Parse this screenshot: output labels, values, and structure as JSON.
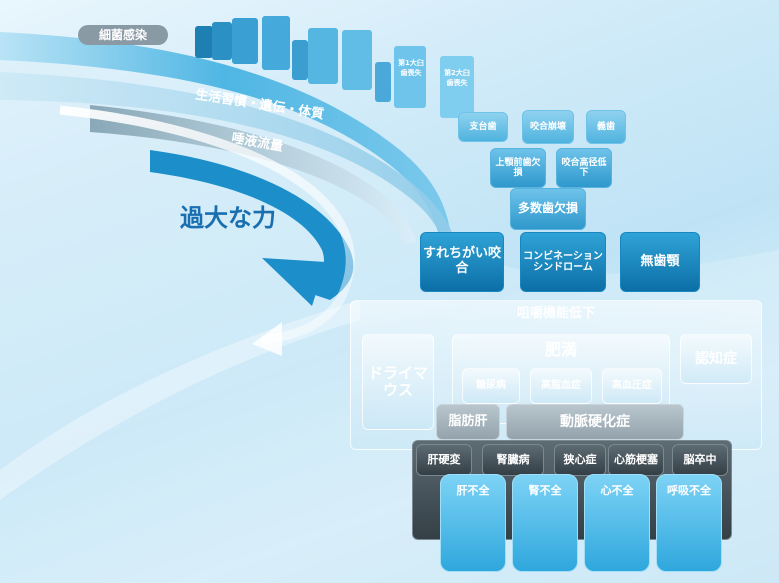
{
  "factors": {
    "infection": "細菌感染",
    "lifestyle": "生活習慣・遺伝・体質",
    "saliva": "唾液流量",
    "force": "過大な力"
  },
  "tooth_loss_steps": [
    "",
    "",
    "",
    "",
    "",
    "",
    "",
    "",
    "第1大臼歯喪失",
    "第2大臼歯喪失"
  ],
  "oral_level1": [
    "支台歯",
    "咬合崩壊",
    "義歯"
  ],
  "oral_level2": [
    "上顎前歯欠損",
    "咬合高径低下"
  ],
  "oral_level3": "多数歯欠損",
  "oral_level4": [
    "すれちがい咬合",
    "コンビネーションシンドローム",
    "無歯顎"
  ],
  "system": {
    "header": "咀嚼機能低下",
    "dry_mouth": "ドライマウス",
    "obesity": "肥満",
    "dementia": "認知症",
    "metabolic": [
      "糖尿病",
      "高脂血症",
      "高血圧症"
    ],
    "fatty_liver": "脂肪肝",
    "arteriosclerosis": "動脈硬化症",
    "diseases": [
      "肝硬変",
      "腎臓病",
      "狭心症",
      "心筋梗塞",
      "脳卒中"
    ],
    "failures": [
      "肝不全",
      "腎不全",
      "心不全",
      "呼吸不全"
    ]
  }
}
